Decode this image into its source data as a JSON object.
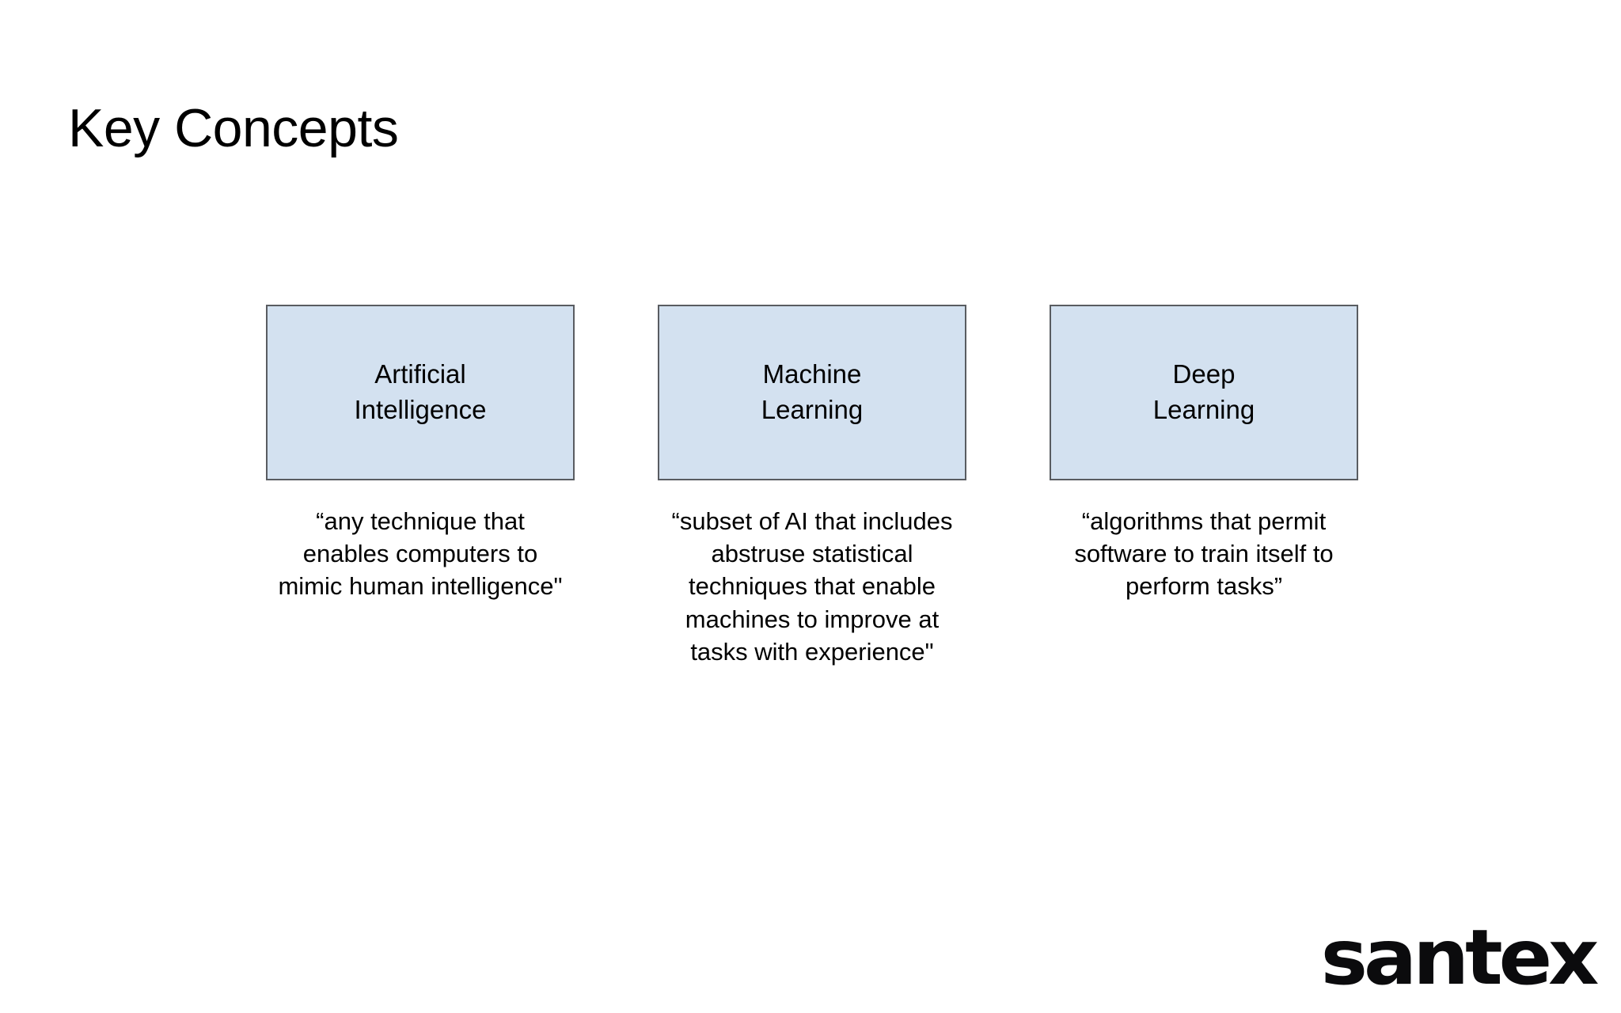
{
  "slide": {
    "title": "Key Concepts",
    "background_color": "#ffffff",
    "text_color": "#000000"
  },
  "theme": {
    "box_fill": "#d3e1f0",
    "box_border": "#595c61"
  },
  "concepts": [
    {
      "label": "Artificial\nIntelligence",
      "caption": "“any technique that enables computers to mimic human intelligence\""
    },
    {
      "label": "Machine\nLearning",
      "caption": "“subset of AI that includes abstruse statistical techniques that enable machines to improve at tasks with experience\""
    },
    {
      "label": "Deep\nLearning",
      "caption": "“algorithms that permit software to train itself to perform tasks”"
    }
  ],
  "brand": {
    "logo_text": "santex"
  }
}
